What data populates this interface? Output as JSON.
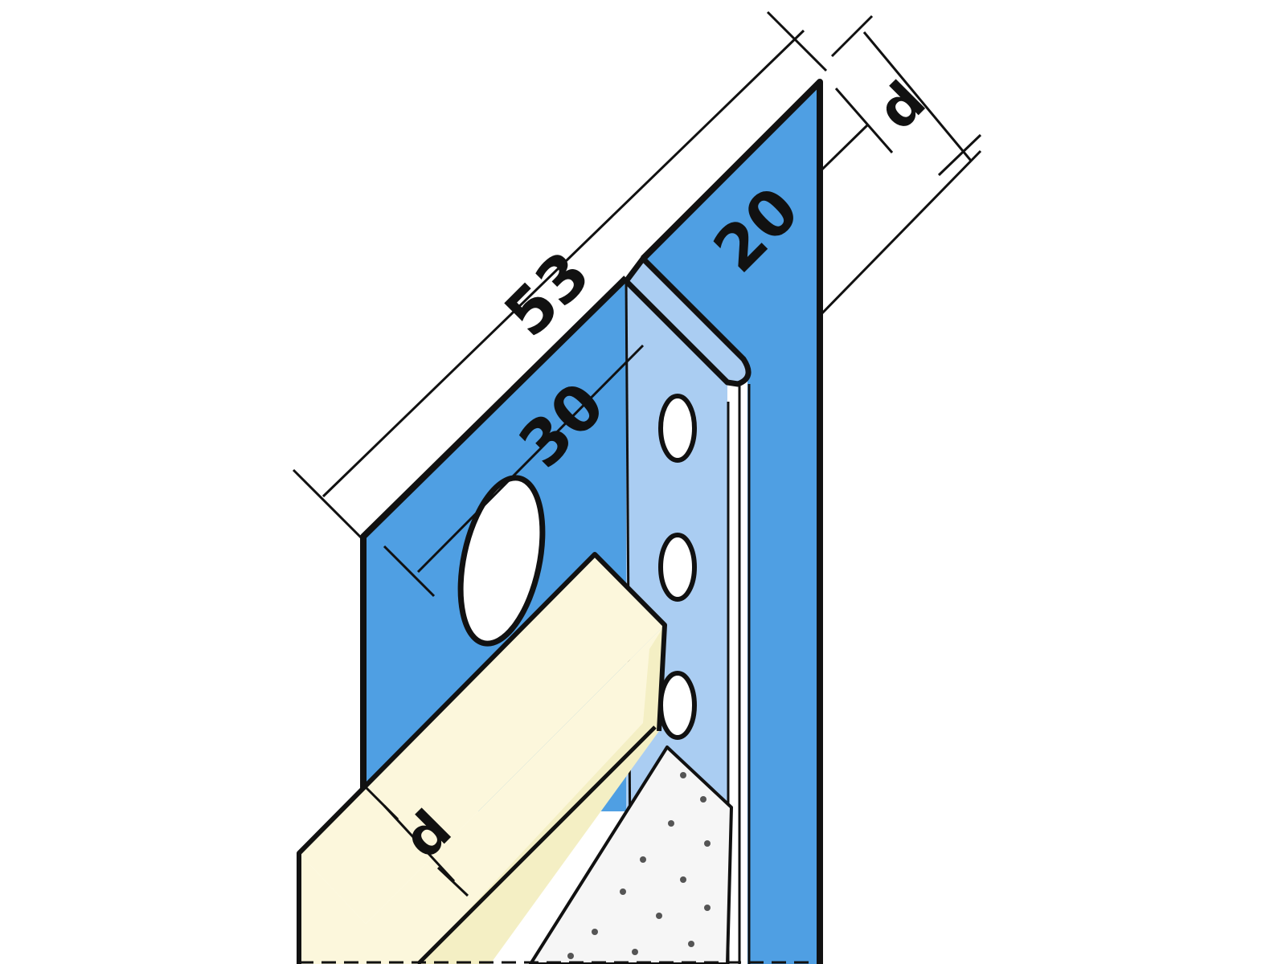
{
  "dimensions": {
    "overall_width": "53",
    "flange_width": "30",
    "return_width": "20",
    "thickness_top": "d",
    "thickness_bottom": "d"
  },
  "colors": {
    "profile_blue": "#4f9fe3",
    "profile_light_blue": "#aacdf2",
    "board_cream": "#fcf7dc",
    "board_edge": "#f4efc4",
    "plaster_gray": "#f6f6f6",
    "outline": "#111111"
  }
}
